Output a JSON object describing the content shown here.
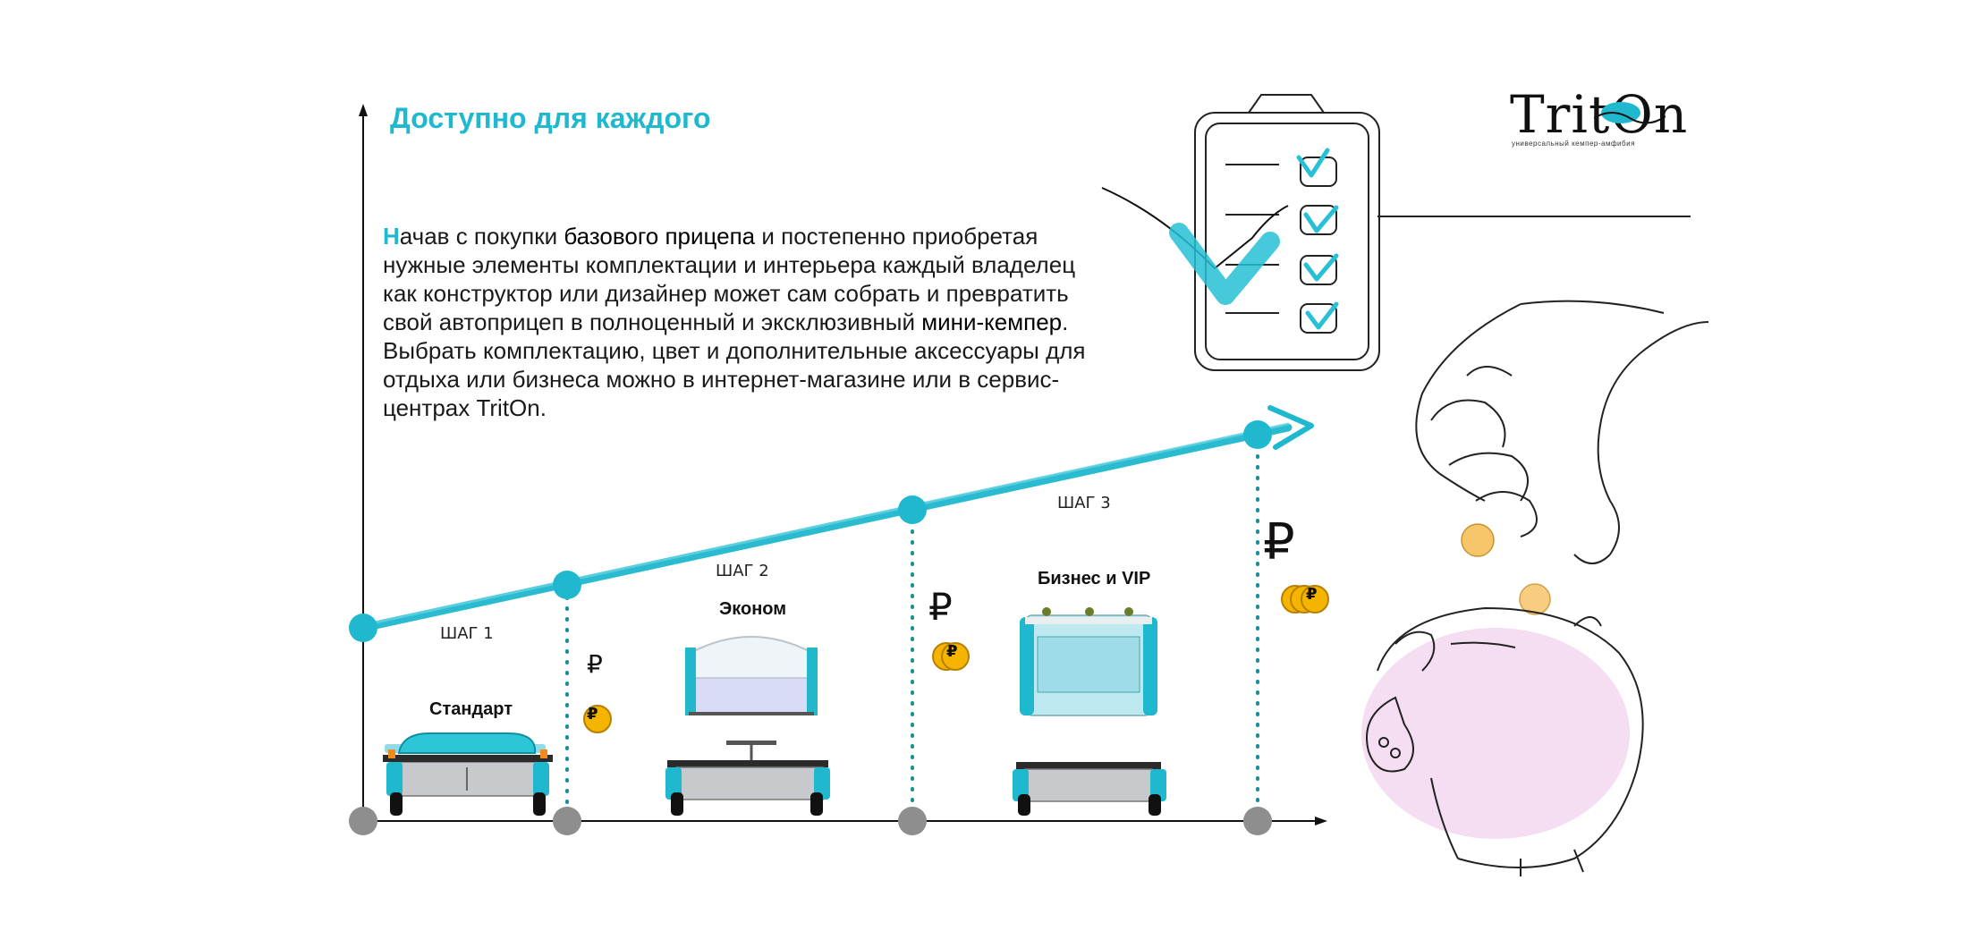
{
  "title": "Доступно для каждого",
  "paragraph1": {
    "first_letter": "Н",
    "part1": "ачав с покупки ",
    "bold1": "базового прицепа",
    "part2": " и постепенно приобретая нужные элементы комплектации и интерьера каждый владелец как конструктор или дизайнер может сам собрать и превратить свой автоприцеп в полноценный и эксклюзивный ",
    "bold2": "мини-кемпер",
    "part3": "."
  },
  "paragraph2": "Выбрать комплектацию, цвет и дополнительные аксессуары для отдыха или бизнеса можно в интернет-магазине или в сервис-центрах TritOn.",
  "steps": {
    "step1": "ШАГ 1",
    "step2": "ШАГ 2",
    "step3": "ШАГ 3"
  },
  "packages": {
    "standard": "Стандарт",
    "econom": "Эконом",
    "business": "Бизнес и VIP"
  },
  "currency_symbol": "₽",
  "logo": {
    "name": "TritOn",
    "tagline": "универсальный кемпер-амфибия"
  },
  "colors": {
    "accent": "#1fb8cf",
    "coin": "#f5b400",
    "dot_gray": "#8e8e8e",
    "piggy": "#f4d9f1"
  }
}
